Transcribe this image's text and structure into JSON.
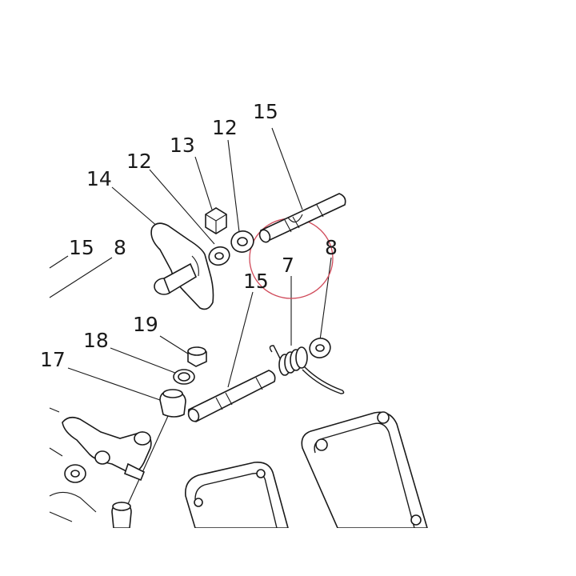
{
  "labels": {
    "l15a": "15",
    "l12a": "12",
    "l13": "13",
    "l12b": "12",
    "l14": "14",
    "l15b": "15",
    "l8a": "8",
    "l7": "7",
    "l15c": "15",
    "l8b": "8",
    "l19": "19",
    "l18": "18",
    "l17": "17"
  },
  "colors": {
    "line": "#1a1a1a",
    "highlight": "#d04a5a",
    "background": "#ffffff"
  }
}
